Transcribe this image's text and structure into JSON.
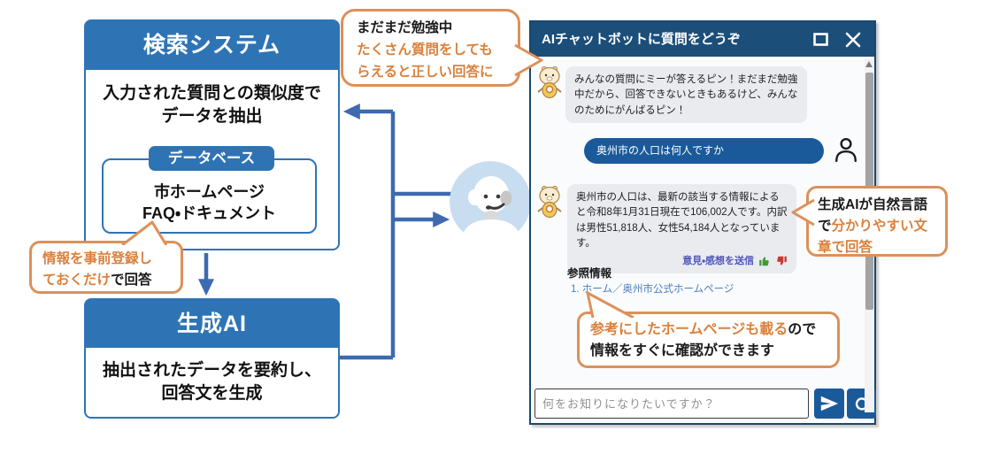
{
  "colors": {
    "box_blue": "#2E74B5",
    "arrow_blue": "#3D6AB0",
    "callout_border_orange": "#DD9059",
    "callout_text_orange": "#D9813D",
    "chat_header_navy": "#1B4E79",
    "user_bubble_blue": "#1A5A9A",
    "bot_bubble_gray": "#E9EBEF",
    "reference_link_blue": "#4A7EBB",
    "feedback_link_purple": "#5157B8",
    "thumb_up_green": "#3F9C35",
    "thumb_down_red": "#C53B2E"
  },
  "flow": {
    "search_system": {
      "title": "検索システム",
      "body": "入力された質問との類似度で\nデータを抽出"
    },
    "database": {
      "tag": "データベース",
      "content": "市ホームページ\nFAQ・ドキュメント"
    },
    "gen_ai": {
      "title": "生成AI",
      "body": "抽出されたデータを要約し、\n回答文を生成"
    },
    "callout_pre_register": {
      "orange_line1": "情報を事前登録し",
      "orange_line2": "ておくだけ",
      "black_line2": "で回答"
    },
    "callout_learning": {
      "black_line": "まだまだ勉強中",
      "orange_line1": "たくさん質問をしても",
      "orange_line2": "らえると正しい回答に"
    }
  },
  "chat": {
    "window_title": "AIチャットボットに質問をどうぞ",
    "bot_intro_message": "みんなの質問にミーが答えるピン！まだまだ勉強中だから、回答できないときもあるけど、みんなのためにがんばるピン！",
    "user_message": "奥州市の人口は何人ですか",
    "bot_answer_message": "奥州市の人口は、最新の該当する情報によると令和8年1月31日現在で106,002人です。内訳は男性51,818人、女性54,184人となっています。",
    "feedback_label": "意見・感想を送信",
    "reference_heading": "参照情報",
    "reference_link": "1. ホーム／奥州市公式ホームページ",
    "input_placeholder": "何をお知りになりたいですか？"
  },
  "annotations": {
    "callout_natural_language": {
      "black": "生成AIが自然言語で",
      "orange": "分かりやすい文章で回答"
    },
    "callout_reference": {
      "orange": "参考にしたホームページも載る",
      "black_inline": "ので",
      "black_line2": "情報をすぐに確認ができます"
    }
  },
  "icons": {
    "maximize": "□",
    "close": "✕",
    "send": "➤",
    "refresh": "↻",
    "thumbs_up": "👍",
    "thumbs_down": "👎",
    "user": "👤",
    "scroll_up": "▲"
  }
}
